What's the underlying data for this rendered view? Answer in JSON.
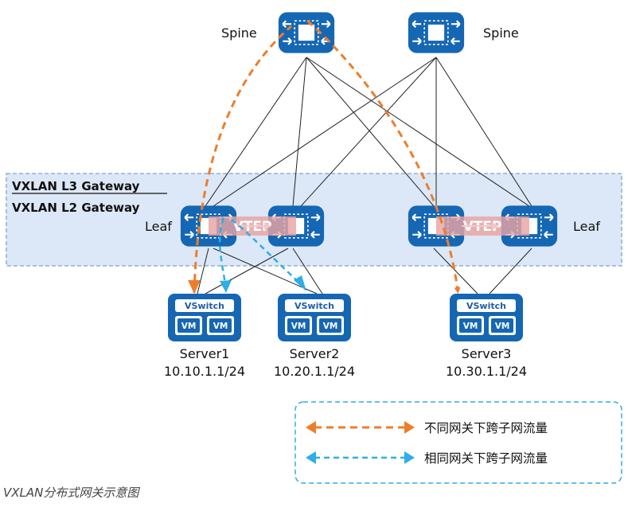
{
  "spines": [
    {
      "label": "Spine"
    },
    {
      "label": "Spine"
    }
  ],
  "gateway_zone": {
    "l3_label": "VXLAN L3 Gateway",
    "l2_label": "VXLAN L2 Gateway"
  },
  "leaf_pairs": [
    {
      "label": "Leaf",
      "vtep": "VTEP"
    },
    {
      "label": "Leaf",
      "vtep": "VTEP"
    }
  ],
  "servers": [
    {
      "name": "Server1",
      "ip": "10.10.1.1/24",
      "vswitch": "VSwitch",
      "vm1": "VM",
      "vm2": "VM"
    },
    {
      "name": "Server2",
      "ip": "10.20.1.1/24",
      "vswitch": "VSwitch",
      "vm1": "VM",
      "vm2": "VM"
    },
    {
      "name": "Server3",
      "ip": "10.30.1.1/24",
      "vswitch": "VSwitch",
      "vm1": "VM",
      "vm2": "VM"
    }
  ],
  "legend": {
    "different_gateway": "不同网关下跨子网流量",
    "same_gateway": "相同网关下跨子网流量"
  },
  "colors": {
    "device": "#1567b3",
    "zone_fill": "#dce8f7",
    "zone_border": "#7fa2cf",
    "orange_flow": "#ee7d2a",
    "blue_flow": "#2eaee6",
    "vtep_band": "#e8a3a3"
  },
  "caption": "VXLAN分布式网关示意图"
}
